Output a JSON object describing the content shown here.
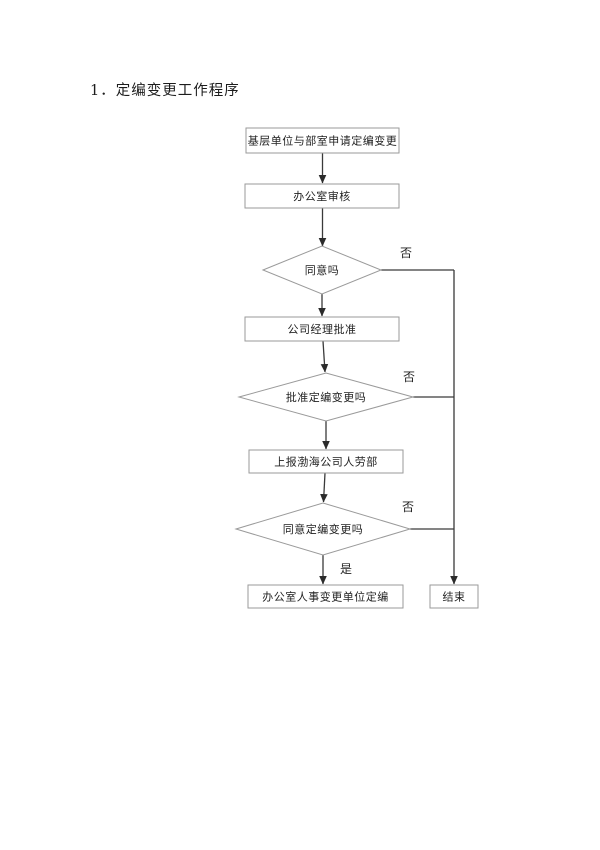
{
  "page": {
    "title": "1．定编变更工作程序"
  },
  "flowchart": {
    "nodes": [
      {
        "id": "apply",
        "type": "process",
        "label": "基层单位与部室申请定编变更"
      },
      {
        "id": "office-review",
        "type": "process",
        "label": "办公室审核"
      },
      {
        "id": "agree",
        "type": "decision",
        "label": "同意吗"
      },
      {
        "id": "manager-approval",
        "type": "process",
        "label": "公司经理批准"
      },
      {
        "id": "approve-change",
        "type": "decision",
        "label": "批准定编变更吗"
      },
      {
        "id": "report-bohai",
        "type": "process",
        "label": "上报渤海公司人劳部"
      },
      {
        "id": "agree-change",
        "type": "decision",
        "label": "同意定编变更吗"
      },
      {
        "id": "update-staffing",
        "type": "process",
        "label": "办公室人事变更单位定编"
      },
      {
        "id": "end",
        "type": "terminal",
        "label": "结束"
      }
    ],
    "branch_labels": {
      "no": "否",
      "yes": "是"
    }
  },
  "colors": {
    "background": "#ffffff",
    "box_border": "#9a9a9a",
    "connector_line": "#3a3a3a",
    "arrowhead": "#2b2b2b",
    "text": "#222222"
  }
}
